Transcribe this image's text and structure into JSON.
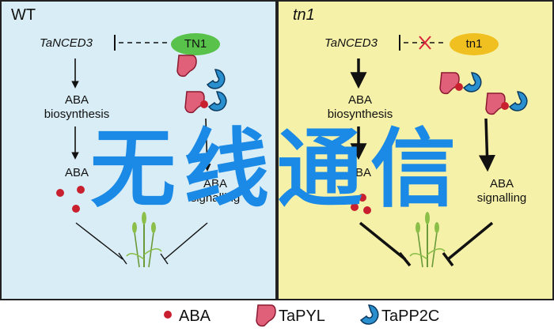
{
  "panels": {
    "wt": {
      "title": "WT",
      "gene": "TaNCED3",
      "protein": "TN1",
      "aba_biosynthesis": "ABA\nbiosynthesis",
      "aba": "ABA",
      "aba_signalling": "ABA\nsignalling"
    },
    "tn1": {
      "title": "tn1",
      "gene": "TaNCED3",
      "protein": "tn1",
      "aba_biosynthesis": "ABA\nbiosynthesis",
      "aba": "ABA",
      "aba_signalling": "ABA\nsignalling"
    }
  },
  "watermark": "无线通信",
  "legend": {
    "aba": "ABA",
    "tapyl": "TaPYL",
    "tapp2c": "TaPP2C"
  },
  "colors": {
    "wt_background": "#d9edf6",
    "tn1_background": "#f6f1a8",
    "tn1_wt_protein": "#58c24a",
    "tn1_mutant_protein": "#f0c020",
    "aba_dot": "#c8202e",
    "tapyl": "#e0607a",
    "tapp2c": "#2a8fcf",
    "watermark": "#1a8ae6"
  },
  "icons": [
    "aba-dot-icon",
    "tapyl-icon",
    "tapp2c-icon",
    "wheat-plant-icon",
    "cross-mark-icon"
  ]
}
